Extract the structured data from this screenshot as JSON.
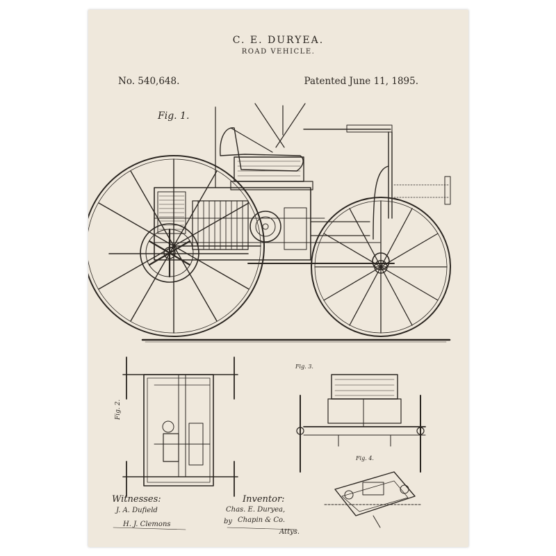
{
  "document": {
    "inventor_name": "C. E. DURYEA.",
    "invention_title": "ROAD VEHICLE.",
    "patent_number": "No. 540,648.",
    "patent_date": "Patented June 11, 1895."
  },
  "figures": {
    "fig1": "Fig. 1.",
    "fig2": "Fig. 2.",
    "fig3": "Fig. 3.",
    "fig4": "Fig. 4."
  },
  "signatures": {
    "witnesses_heading": "Witnesses:",
    "witness_1": "J. A. Dufield",
    "witness_2": "H. J. Clemons",
    "inventor_heading": "Inventor:",
    "inventor_sig": "Chas. E. Duryea,",
    "attorney_by": "by",
    "attorney_sig": "Chapin & Co.",
    "attorney_role": "Attys."
  },
  "colors": {
    "paper": "#efe8dc",
    "ink": "#2a2520",
    "frame": "#ffffff"
  }
}
